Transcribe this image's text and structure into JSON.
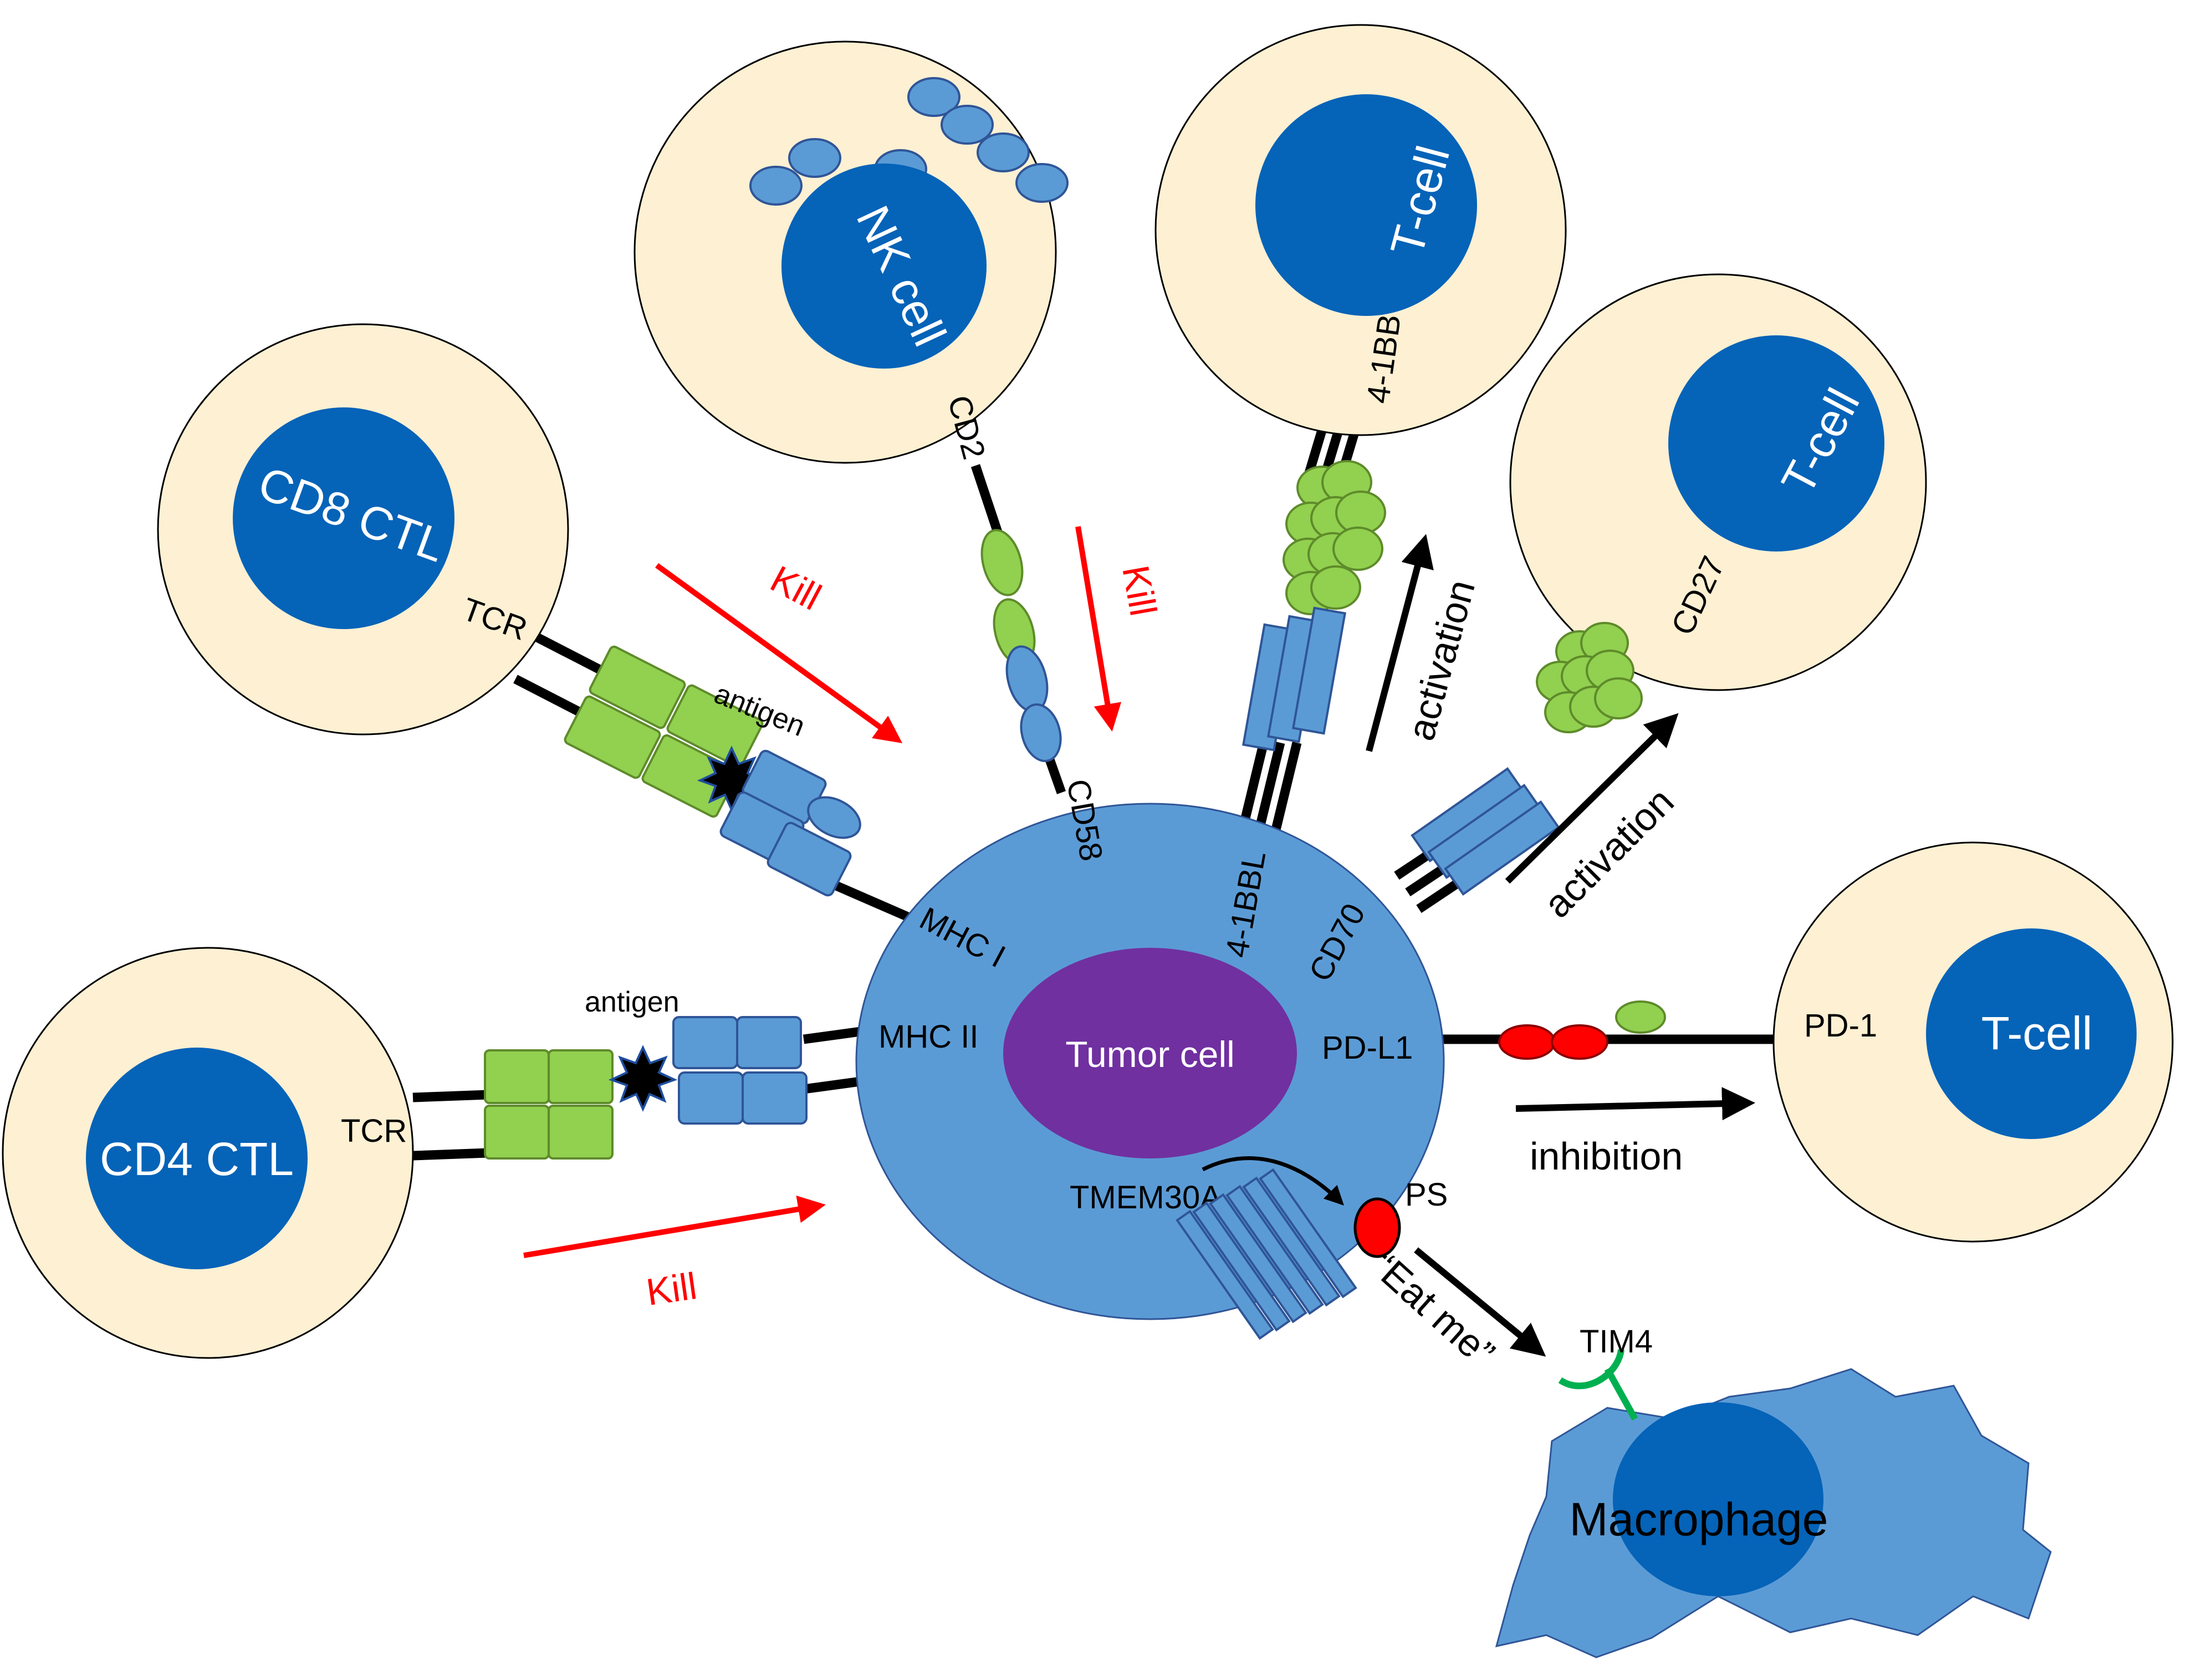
{
  "cells": {
    "cd8": "CD8 CTL",
    "cd4": "CD4 CTL",
    "nk": "NK cell",
    "tcell_41bb": "T-cell",
    "tcell_cd27": "T-cell",
    "tcell_pd1": "T-cell",
    "tumor": "Tumor cell",
    "macrophage": "Macrophage"
  },
  "receptors": {
    "tcr_cd8": "TCR",
    "tcr_cd4": "TCR",
    "cd2": "CD2",
    "b41": "4-1BB",
    "cd27": "CD27",
    "pd1": "PD-1",
    "tim4": "TIM4"
  },
  "ligands": {
    "mhc1": "MHC I",
    "mhc2": "MHC II",
    "cd58": "CD58",
    "b41l": "4-1BBL",
    "cd70": "CD70",
    "pdl1": "PD-L1",
    "tmem30a": "TMEM30A",
    "ps": "PS"
  },
  "annotations": {
    "antigen_top": "antigen",
    "antigen_bottom": "antigen",
    "kill_cd8": "Kill",
    "kill_nk": "Kill",
    "kill_cd4": "Kill",
    "activation_41bb": "activation",
    "activation_cd27": "activation",
    "inhibition": "inhibition",
    "eat_me": "“Eat me”"
  },
  "colors": {
    "cell_body": "#FDF0D3",
    "nucleus": "#0563B8",
    "tumor_cell": "#5B9BD5",
    "tumor_nucleus": "#7030A0",
    "receptor_green": "#92D050",
    "ligand_blue": "#5B9BD5",
    "pd_red": "#FF0000",
    "kill_arrow": "#FF0000",
    "tim4": "#00B050"
  }
}
